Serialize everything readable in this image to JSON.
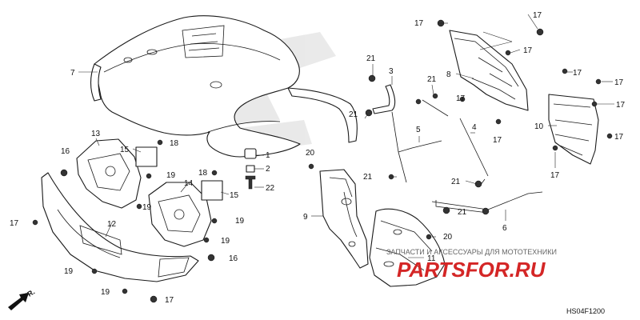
{
  "diagram_code": "HS04F1200",
  "direction_label": "FR.",
  "watermark": {
    "subtitle": "ЗАПЧАСТИ И АКСЕССУАРЫ ДЛЯ МОТОТЕХНИКИ",
    "brand": "PARTSFOR.RU"
  },
  "part_labels": [
    "1",
    "2",
    "3",
    "4",
    "5",
    "6",
    "7",
    "8",
    "9",
    "10",
    "11",
    "12",
    "13",
    "14",
    "15",
    "16",
    "17",
    "18",
    "19",
    "20",
    "21",
    "22"
  ],
  "colors": {
    "watermark_red": "#d42626",
    "line": "#1a1a1a"
  }
}
